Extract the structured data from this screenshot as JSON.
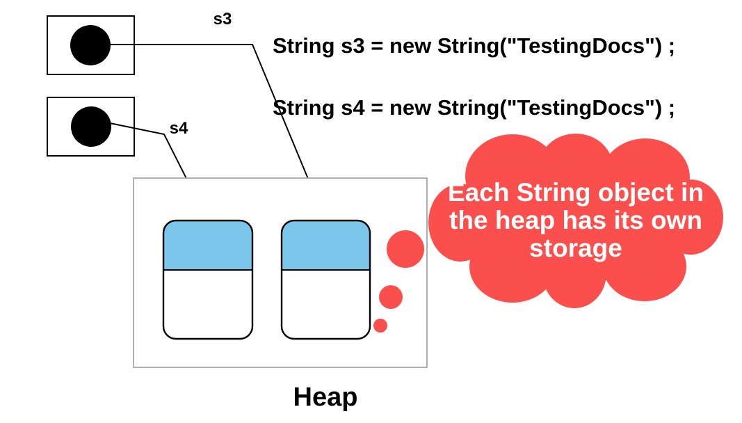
{
  "code": {
    "line1": "String s3 = new String(\"TestingDocs\") ;",
    "line2": "String s4 = new String(\"TestingDocs\") ;"
  },
  "labels": {
    "s3": "s3",
    "s4": "s4",
    "heap": "Heap"
  },
  "callout": {
    "line1": "Each String object in",
    "line2": "the heap has its own",
    "line3": "storage"
  },
  "colors": {
    "cloud_red": "#FA4F4C",
    "object_blue": "#7CC5EB",
    "heap_border": "#AFAFAF",
    "ink": "#000000",
    "callout_text": "#FFFFFF"
  }
}
